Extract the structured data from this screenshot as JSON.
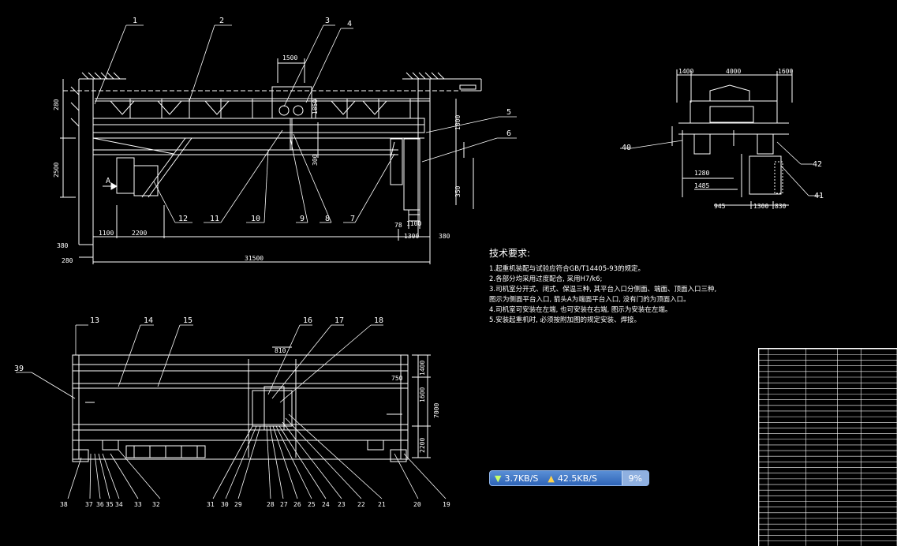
{
  "leaders_top": [
    "1",
    "2",
    "3",
    "4",
    "5",
    "6",
    "7",
    "8",
    "9",
    "10",
    "11",
    "12"
  ],
  "leaders_side": [
    "40",
    "41",
    "42"
  ],
  "leaders_bottom_top": [
    "13",
    "14",
    "15",
    "16",
    "17",
    "18"
  ],
  "leaders_bottom_bottom": [
    "38",
    "37",
    "36",
    "35",
    "34",
    "33",
    "32",
    "31",
    "30",
    "29",
    "28",
    "27",
    "26",
    "25",
    "24",
    "23",
    "22",
    "21",
    "20",
    "19"
  ],
  "leader_left": "39",
  "dims_top": {
    "span": "31500",
    "d1100": "1100",
    "d2200": "2200",
    "d1500": "1500",
    "d280a": "280",
    "d380a": "380",
    "d280b": "280",
    "d380b": "380",
    "d1300": "1300",
    "d2500": "2500",
    "d1800": "1800",
    "d350": "350",
    "d1850": "1850",
    "d300": "300",
    "d1100b": "1100",
    "d78": "78",
    "view_a": "A"
  },
  "dims_side": {
    "d1400": "1400",
    "d4000": "4000",
    "d1600": "1600",
    "d1280": "1280",
    "d1485": "1485",
    "d945": "945",
    "d1300": "1300",
    "d830": "830"
  },
  "dims_bottom": {
    "d7000": "7000",
    "d1400": "1400",
    "d810": "810",
    "d750": "750",
    "d1600": "1600",
    "d2200": "2200"
  },
  "notes": {
    "title": "技术要求:",
    "lines": [
      "1.起重机装配与试验应符合GB/T14405-93的规定。",
      "2.各部分均采用过度配合, 采用H7/k6;",
      "3.司机室分开式、闭式、保温三种, 其平台入口分侧面、端面、顶面入口三种,",
      "  图示为侧面平台入口, 箭头A为端面平台入口, 没有门的为顶面入口。",
      "4.司机室可安装在左端, 也可安装在右端, 图示为安装在左端。",
      "5.安装起重机时, 必须按附加图的规定安装、焊接。"
    ]
  },
  "speed": {
    "down": "3.7KB/S",
    "up": "42.5KB/S",
    "percent": "9%"
  },
  "colors": {
    "background": "#000000",
    "line": "#ffffff",
    "speed_bar": "#3a74c6"
  },
  "icons": {
    "down": "down-arrow-icon",
    "up": "up-arrow-icon"
  }
}
